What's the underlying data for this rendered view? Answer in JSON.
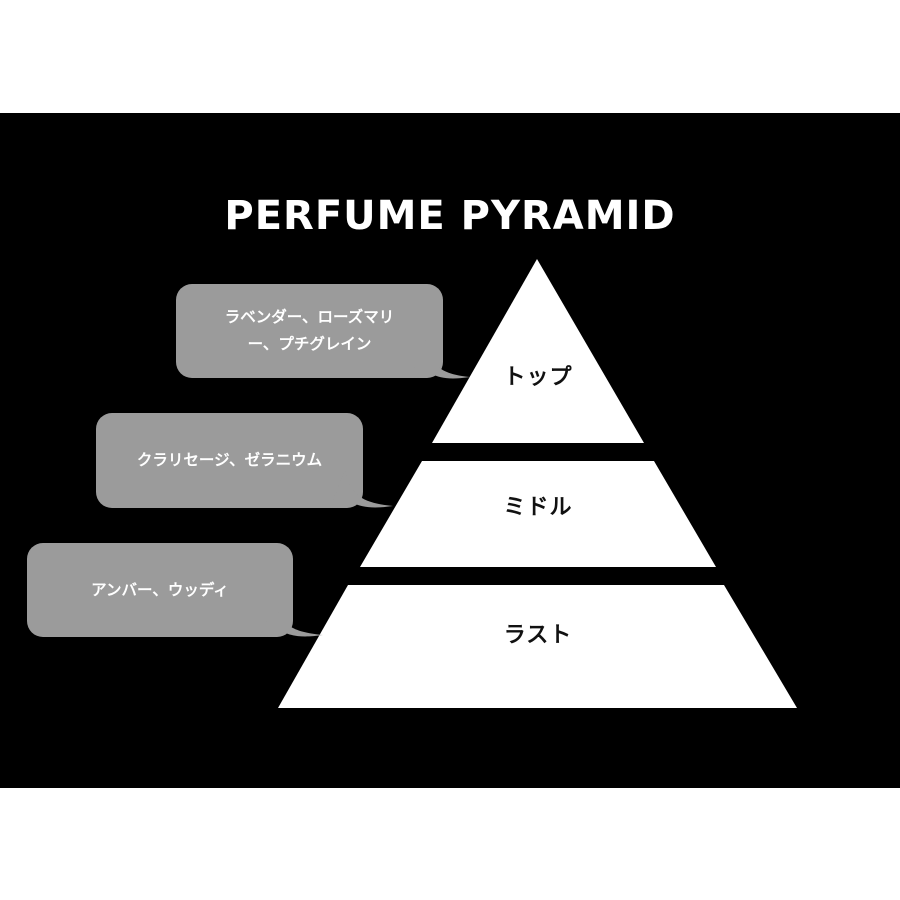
{
  "title": "PERFUME PYRAMID",
  "colors": {
    "page_background": "#ffffff",
    "panel_background": "#000000",
    "pyramid_fill": "#ffffff",
    "bubble_fill": "#9b9b9b",
    "bubble_text": "#ffffff",
    "tier_text": "#111111",
    "title_text": "#ffffff"
  },
  "pyramid": {
    "tiers": [
      {
        "id": "top",
        "label": "トップ",
        "notes": "ラベンダー、ローズマリー、プチグレイン"
      },
      {
        "id": "middle",
        "label": "ミドル",
        "notes": "クラリセージ、ゼラニウム"
      },
      {
        "id": "base",
        "label": "ラスト",
        "notes": "アンバー、ウッディ"
      }
    ]
  },
  "bubbles": [
    {
      "line1": "ラベンダー、ローズマリ",
      "line2": "ー、プチグレイン"
    },
    {
      "line1": "クラリセージ、ゼラニウム"
    },
    {
      "line1": "アンバー、ウッディ"
    }
  ]
}
